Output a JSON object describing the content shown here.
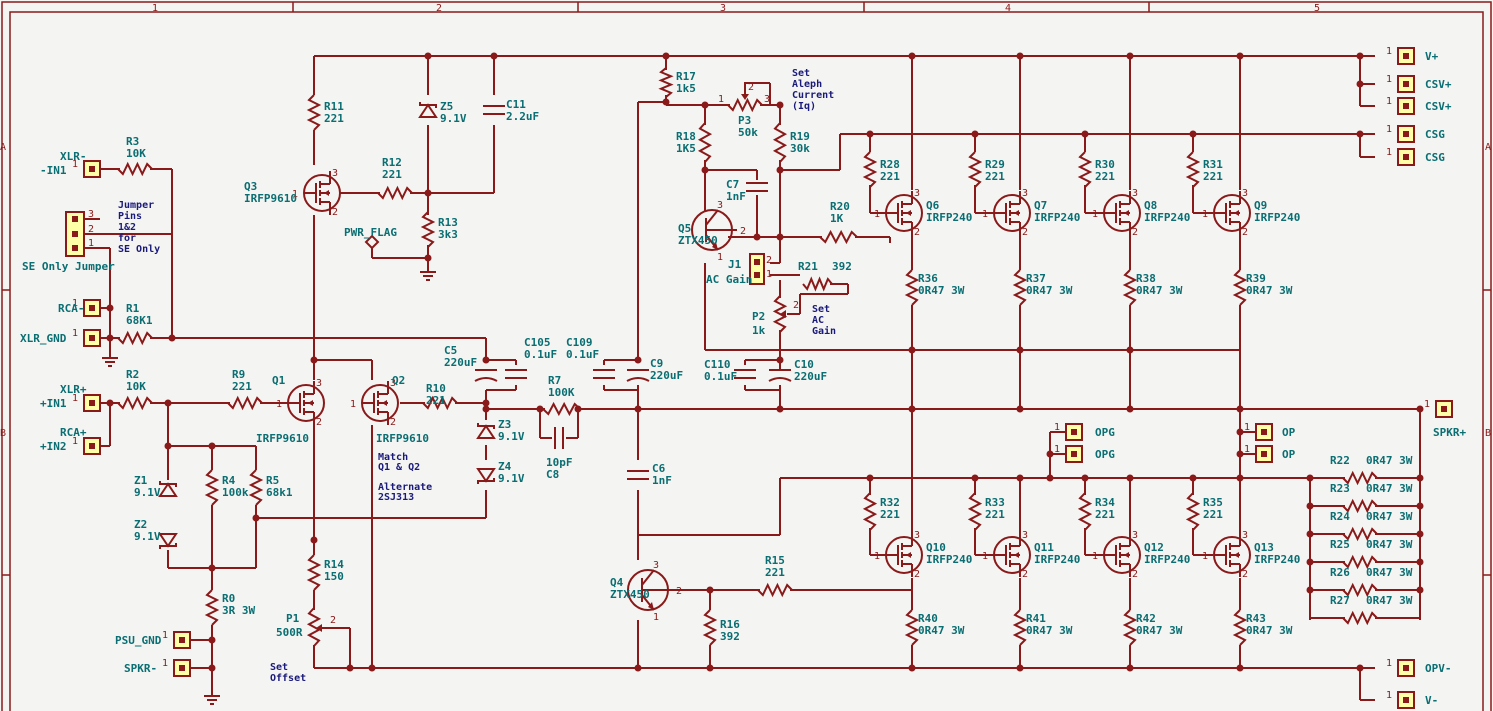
{
  "frame": {
    "columns": [
      "1",
      "2",
      "3",
      "4",
      "5"
    ],
    "rows": [
      "A",
      "B"
    ]
  },
  "connectors": [
    {
      "id": "xlr_minus",
      "label": "XLR-",
      "net": "-IN1",
      "pin": "1"
    },
    {
      "id": "rca_minus",
      "label": "RCA-",
      "pin": "1"
    },
    {
      "id": "xlr_gnd",
      "label": "XLR_GND",
      "pin": "1"
    },
    {
      "id": "xlr_plus",
      "label": "XLR+",
      "net": "+IN1",
      "pin": "1"
    },
    {
      "id": "rca_plus",
      "label": "RCA+",
      "net": "+IN2",
      "pin": "1"
    },
    {
      "id": "psu_gnd",
      "label": "PSU_GND",
      "pin": "1"
    },
    {
      "id": "spkr_minus",
      "label": "SPKR-",
      "pin": "1"
    },
    {
      "id": "vplus",
      "label": "V+",
      "pin": "1"
    },
    {
      "id": "csv1",
      "label": "CSV+",
      "pin": "1"
    },
    {
      "id": "csv2",
      "label": "CSV+",
      "pin": "1"
    },
    {
      "id": "csg1",
      "label": "CSG",
      "pin": "1"
    },
    {
      "id": "csg2",
      "label": "CSG",
      "pin": "1"
    },
    {
      "id": "spkr_plus",
      "label": "SPKR+",
      "pin": "1"
    },
    {
      "id": "opg1",
      "label": "OPG",
      "pin": "1"
    },
    {
      "id": "opg2",
      "label": "OPG",
      "pin": "1"
    },
    {
      "id": "op1",
      "label": "OP",
      "pin": "1"
    },
    {
      "id": "op2",
      "label": "OP",
      "pin": "1"
    },
    {
      "id": "opv",
      "label": "OPV-",
      "pin": "1"
    },
    {
      "id": "vminus",
      "label": "V-",
      "pin": "1"
    }
  ],
  "jumper": {
    "ref": "SE Only Jumper",
    "note": [
      "Jumper",
      "Pins",
      "1&2",
      "for",
      "SE Only"
    ],
    "pins": [
      "3",
      "2",
      "1"
    ]
  },
  "resistors": [
    {
      "ref": "R3",
      "value": "10K"
    },
    {
      "ref": "R1",
      "value": "68K1"
    },
    {
      "ref": "R2",
      "value": "10K"
    },
    {
      "ref": "R9",
      "value": "221"
    },
    {
      "ref": "R4",
      "value": "100k"
    },
    {
      "ref": "R5",
      "value": "68k1"
    },
    {
      "ref": "R0",
      "value": "3R 3W"
    },
    {
      "ref": "R11",
      "value": "221"
    },
    {
      "ref": "R12",
      "value": "221"
    },
    {
      "ref": "R13",
      "value": "3k3"
    },
    {
      "ref": "R10",
      "value": "221"
    },
    {
      "ref": "R14",
      "value": "150"
    },
    {
      "ref": "R17",
      "value": "1k5"
    },
    {
      "ref": "R18",
      "value": "1K5"
    },
    {
      "ref": "R19",
      "value": "30k"
    },
    {
      "ref": "R20",
      "value": "1K"
    },
    {
      "ref": "R21",
      "value": "392"
    },
    {
      "ref": "R7",
      "value": "100K"
    },
    {
      "ref": "R15",
      "value": "221"
    },
    {
      "ref": "R16",
      "value": "392"
    },
    {
      "ref": "R28",
      "value": "221"
    },
    {
      "ref": "R29",
      "value": "221"
    },
    {
      "ref": "R30",
      "value": "221"
    },
    {
      "ref": "R31",
      "value": "221"
    },
    {
      "ref": "R36",
      "value": "0R47 3W"
    },
    {
      "ref": "R37",
      "value": "0R47 3W"
    },
    {
      "ref": "R38",
      "value": "0R47 3W"
    },
    {
      "ref": "R39",
      "value": "0R47 3W"
    },
    {
      "ref": "R32",
      "value": "221"
    },
    {
      "ref": "R33",
      "value": "221"
    },
    {
      "ref": "R34",
      "value": "221"
    },
    {
      "ref": "R35",
      "value": "221"
    },
    {
      "ref": "R40",
      "value": "0R47 3W"
    },
    {
      "ref": "R41",
      "value": "0R47 3W"
    },
    {
      "ref": "R42",
      "value": "0R47 3W"
    },
    {
      "ref": "R43",
      "value": "0R47 3W"
    },
    {
      "ref": "R22",
      "value": "0R47 3W"
    },
    {
      "ref": "R23",
      "value": "0R47 3W"
    },
    {
      "ref": "R24",
      "value": "0R47 3W"
    },
    {
      "ref": "R25",
      "value": "0R47 3W"
    },
    {
      "ref": "R26",
      "value": "0R47 3W"
    },
    {
      "ref": "R27",
      "value": "0R47 3W"
    }
  ],
  "pots": [
    {
      "ref": "P3",
      "value": "50k",
      "note": [
        "Set",
        "Aleph",
        "Current",
        "(Iq)"
      ],
      "pins": [
        "1",
        "2",
        "3"
      ]
    },
    {
      "ref": "P2",
      "value": "1k",
      "note": [
        "Set",
        "AC",
        "Gain"
      ],
      "pins": [
        "2"
      ]
    },
    {
      "ref": "P1",
      "value": "500R",
      "note": [
        "Set",
        "Offset"
      ],
      "pins": [
        "2"
      ]
    }
  ],
  "capacitors": [
    {
      "ref": "C11",
      "value": "2.2uF"
    },
    {
      "ref": "C5",
      "value": "220uF"
    },
    {
      "ref": "C105",
      "value": "0.1uF"
    },
    {
      "ref": "C109",
      "value": "0.1uF"
    },
    {
      "ref": "C9",
      "value": "220uF"
    },
    {
      "ref": "C7",
      "value": "1nF"
    },
    {
      "ref": "C110",
      "value": "0.1uF"
    },
    {
      "ref": "C10",
      "value": "220uF"
    },
    {
      "ref": "C8",
      "value": "10pF"
    },
    {
      "ref": "C6",
      "value": "1nF"
    }
  ],
  "zeners": [
    {
      "ref": "Z5",
      "value": "9.1V"
    },
    {
      "ref": "Z1",
      "value": "9.1V"
    },
    {
      "ref": "Z2",
      "value": "9.1V"
    },
    {
      "ref": "Z3",
      "value": "9.1V"
    },
    {
      "ref": "Z4",
      "value": "9.1V"
    }
  ],
  "transistors": [
    {
      "ref": "Q3",
      "value": "IRFP9610"
    },
    {
      "ref": "Q1",
      "value": "IRFP9610"
    },
    {
      "ref": "Q2",
      "value": "IRFP9610"
    },
    {
      "ref": "Q5",
      "value": "ZTX450"
    },
    {
      "ref": "Q4",
      "value": "ZTX450"
    },
    {
      "ref": "Q6",
      "value": "IRFP240"
    },
    {
      "ref": "Q7",
      "value": "IRFP240"
    },
    {
      "ref": "Q8",
      "value": "IRFP240"
    },
    {
      "ref": "Q9",
      "value": "IRFP240"
    },
    {
      "ref": "Q10",
      "value": "IRFP240"
    },
    {
      "ref": "Q11",
      "value": "IRFP240"
    },
    {
      "ref": "Q12",
      "value": "IRFP240"
    },
    {
      "ref": "Q13",
      "value": "IRFP240"
    }
  ],
  "j1": {
    "ref": "J1",
    "value": "AC Gain",
    "pins": [
      "2",
      "1"
    ]
  },
  "pwr_flag": "PWR_FLAG",
  "match_note": [
    "Match",
    "Q1 & Q2",
    "",
    "Alternate",
    "2SJ313"
  ],
  "pin_labels": {
    "one": "1",
    "two": "2",
    "three": "3"
  }
}
